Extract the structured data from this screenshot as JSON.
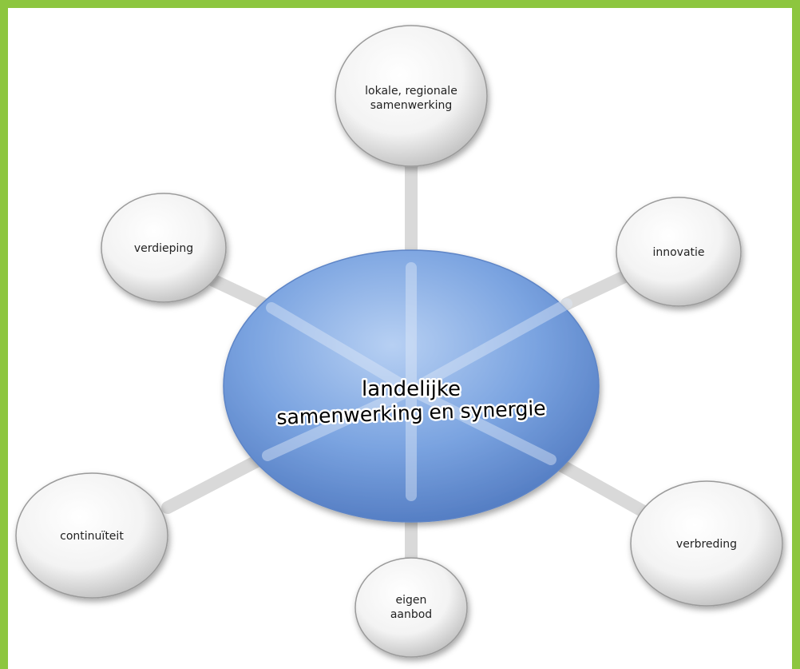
{
  "diagram": {
    "center": {
      "lines": [
        "landelijke",
        "samenwerking en synergie"
      ]
    },
    "nodes": [
      {
        "id": "lokale",
        "lines": [
          "lokale, regionale",
          "samenwerking"
        ]
      },
      {
        "id": "verdieping",
        "lines": [
          "verdieping"
        ]
      },
      {
        "id": "innovatie",
        "lines": [
          "innovatie"
        ]
      },
      {
        "id": "continuiteit",
        "lines": [
          "continuïteit"
        ]
      },
      {
        "id": "verbreding",
        "lines": [
          "verbreding"
        ]
      },
      {
        "id": "eigen-aanbod",
        "lines": [
          "eigen",
          "aanbod"
        ]
      }
    ]
  },
  "colors": {
    "frame_border": "#8dc63f",
    "hub_fill": "#7aa3e0",
    "node_fill": "#ffffff"
  }
}
